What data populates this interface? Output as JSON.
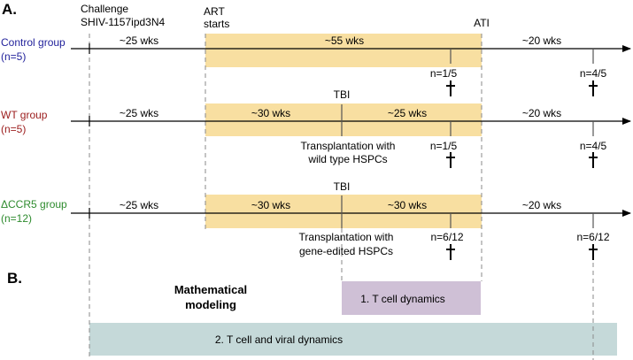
{
  "panels": {
    "a_label": "A.",
    "b_label": "B."
  },
  "header": {
    "challenge_line1": "Challenge",
    "challenge_line2": "SHIV-1157ipd3N4",
    "art_line1": "ART",
    "art_line2": "starts",
    "ati": "ATI"
  },
  "groups": [
    {
      "name": "Control group",
      "n": "(n=5)",
      "color": "#1f1f9a",
      "pre": "~25 wks",
      "seg1": "~55 wks",
      "seg2": "",
      "post": "~20 wks",
      "tbi": "",
      "transplant_line1": "",
      "transplant_line2": "",
      "count1": "n=1/5",
      "count2": "n=4/5"
    },
    {
      "name": "WT group",
      "n": "(n=5)",
      "color": "#9b1c1c",
      "pre": "~25 wks",
      "seg1": "~30 wks",
      "seg2": "~25 wks",
      "post": "~20 wks",
      "tbi": "TBI",
      "transplant_line1": "Transplantation with",
      "transplant_line2": "wild type HSPCs",
      "count1": "n=1/5",
      "count2": "n=4/5"
    },
    {
      "name": "ΔCCR5 group",
      "n": "(n=12)",
      "color": "#2e8b2e",
      "pre": "~25 wks",
      "seg1": "~30 wks",
      "seg2": "~30 wks",
      "post": "~20 wks",
      "tbi": "TBI",
      "transplant_line1": "Transplantation with",
      "transplant_line2": "gene-edited HSPCs",
      "count1": "n=6/12",
      "count2": "n=6/12"
    }
  ],
  "modeling": {
    "title_line1": "Mathematical",
    "title_line2": "modeling",
    "box1": "1. T cell dynamics",
    "box2": "2. T cell and viral dynamics"
  },
  "colors": {
    "art_band": "#f8dfa1",
    "box1": "#cfc0d6",
    "box2": "#c5d9d9",
    "dashed": "#8a8a8a"
  },
  "icons": {
    "death": "dagger-icon"
  }
}
